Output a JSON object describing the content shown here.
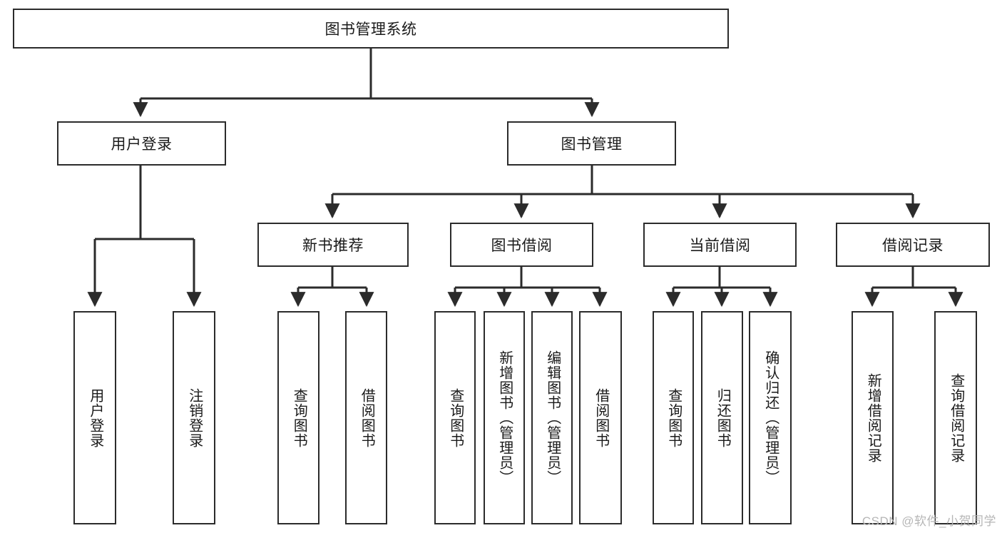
{
  "diagram": {
    "title": "图书管理系统",
    "watermark": "CSDN @软件_小贺同学",
    "theme": {
      "box_border": "#2b2b2b",
      "box_fill": "#ffffff",
      "edge_color": "#2b2b2b",
      "text_color": "#1a1a1a",
      "watermark_color": "#b6b6b6",
      "background": "#ffffff"
    }
  },
  "nodes": {
    "root": {
      "label": "图书管理系统",
      "level": 1,
      "orientation": "horizontal"
    },
    "l2": [
      {
        "id": "user-login",
        "label": "用户登录",
        "level": 2,
        "orientation": "horizontal"
      },
      {
        "id": "book-manage",
        "label": "图书管理",
        "level": 2,
        "orientation": "horizontal"
      }
    ],
    "l3": [
      {
        "id": "new-book-recommend",
        "label": "新书推荐",
        "level": 3,
        "orientation": "horizontal"
      },
      {
        "id": "book-borrow",
        "label": "图书借阅",
        "level": 3,
        "orientation": "horizontal"
      },
      {
        "id": "current-borrow",
        "label": "当前借阅",
        "level": 3,
        "orientation": "horizontal"
      },
      {
        "id": "borrow-record",
        "label": "借阅记录",
        "level": 3,
        "orientation": "horizontal"
      }
    ],
    "leaves": [
      {
        "id": "leaf-user-login",
        "label": "用户登录",
        "parent": "user-login",
        "orientation": "vertical"
      },
      {
        "id": "leaf-user-logout",
        "label": "注销登录",
        "parent": "user-login",
        "orientation": "vertical"
      },
      {
        "id": "leaf-query-book-1",
        "label": "查询图书",
        "parent": "new-book-recommend",
        "orientation": "vertical"
      },
      {
        "id": "leaf-borrow-book-1",
        "label": "借阅图书",
        "parent": "new-book-recommend",
        "orientation": "vertical"
      },
      {
        "id": "leaf-query-book-2",
        "label": "查询图书",
        "parent": "book-borrow",
        "orientation": "vertical"
      },
      {
        "id": "leaf-add-book",
        "label": "新增图书（管理员）",
        "parent": "book-borrow",
        "orientation": "vertical"
      },
      {
        "id": "leaf-edit-book",
        "label": "编辑图书（管理员）",
        "parent": "book-borrow",
        "orientation": "vertical"
      },
      {
        "id": "leaf-borrow-book-2",
        "label": "借阅图书",
        "parent": "book-borrow",
        "orientation": "vertical"
      },
      {
        "id": "leaf-query-book-3",
        "label": "查询图书",
        "parent": "current-borrow",
        "orientation": "vertical"
      },
      {
        "id": "leaf-return-book",
        "label": "归还图书",
        "parent": "current-borrow",
        "orientation": "vertical"
      },
      {
        "id": "leaf-confirm-return",
        "label": "确认归还（管理员）",
        "parent": "current-borrow",
        "orientation": "vertical"
      },
      {
        "id": "leaf-add-record",
        "label": "新增借阅记录",
        "parent": "borrow-record",
        "orientation": "vertical"
      },
      {
        "id": "leaf-query-record",
        "label": "查询借阅记录",
        "parent": "borrow-record",
        "orientation": "vertical"
      }
    ]
  }
}
